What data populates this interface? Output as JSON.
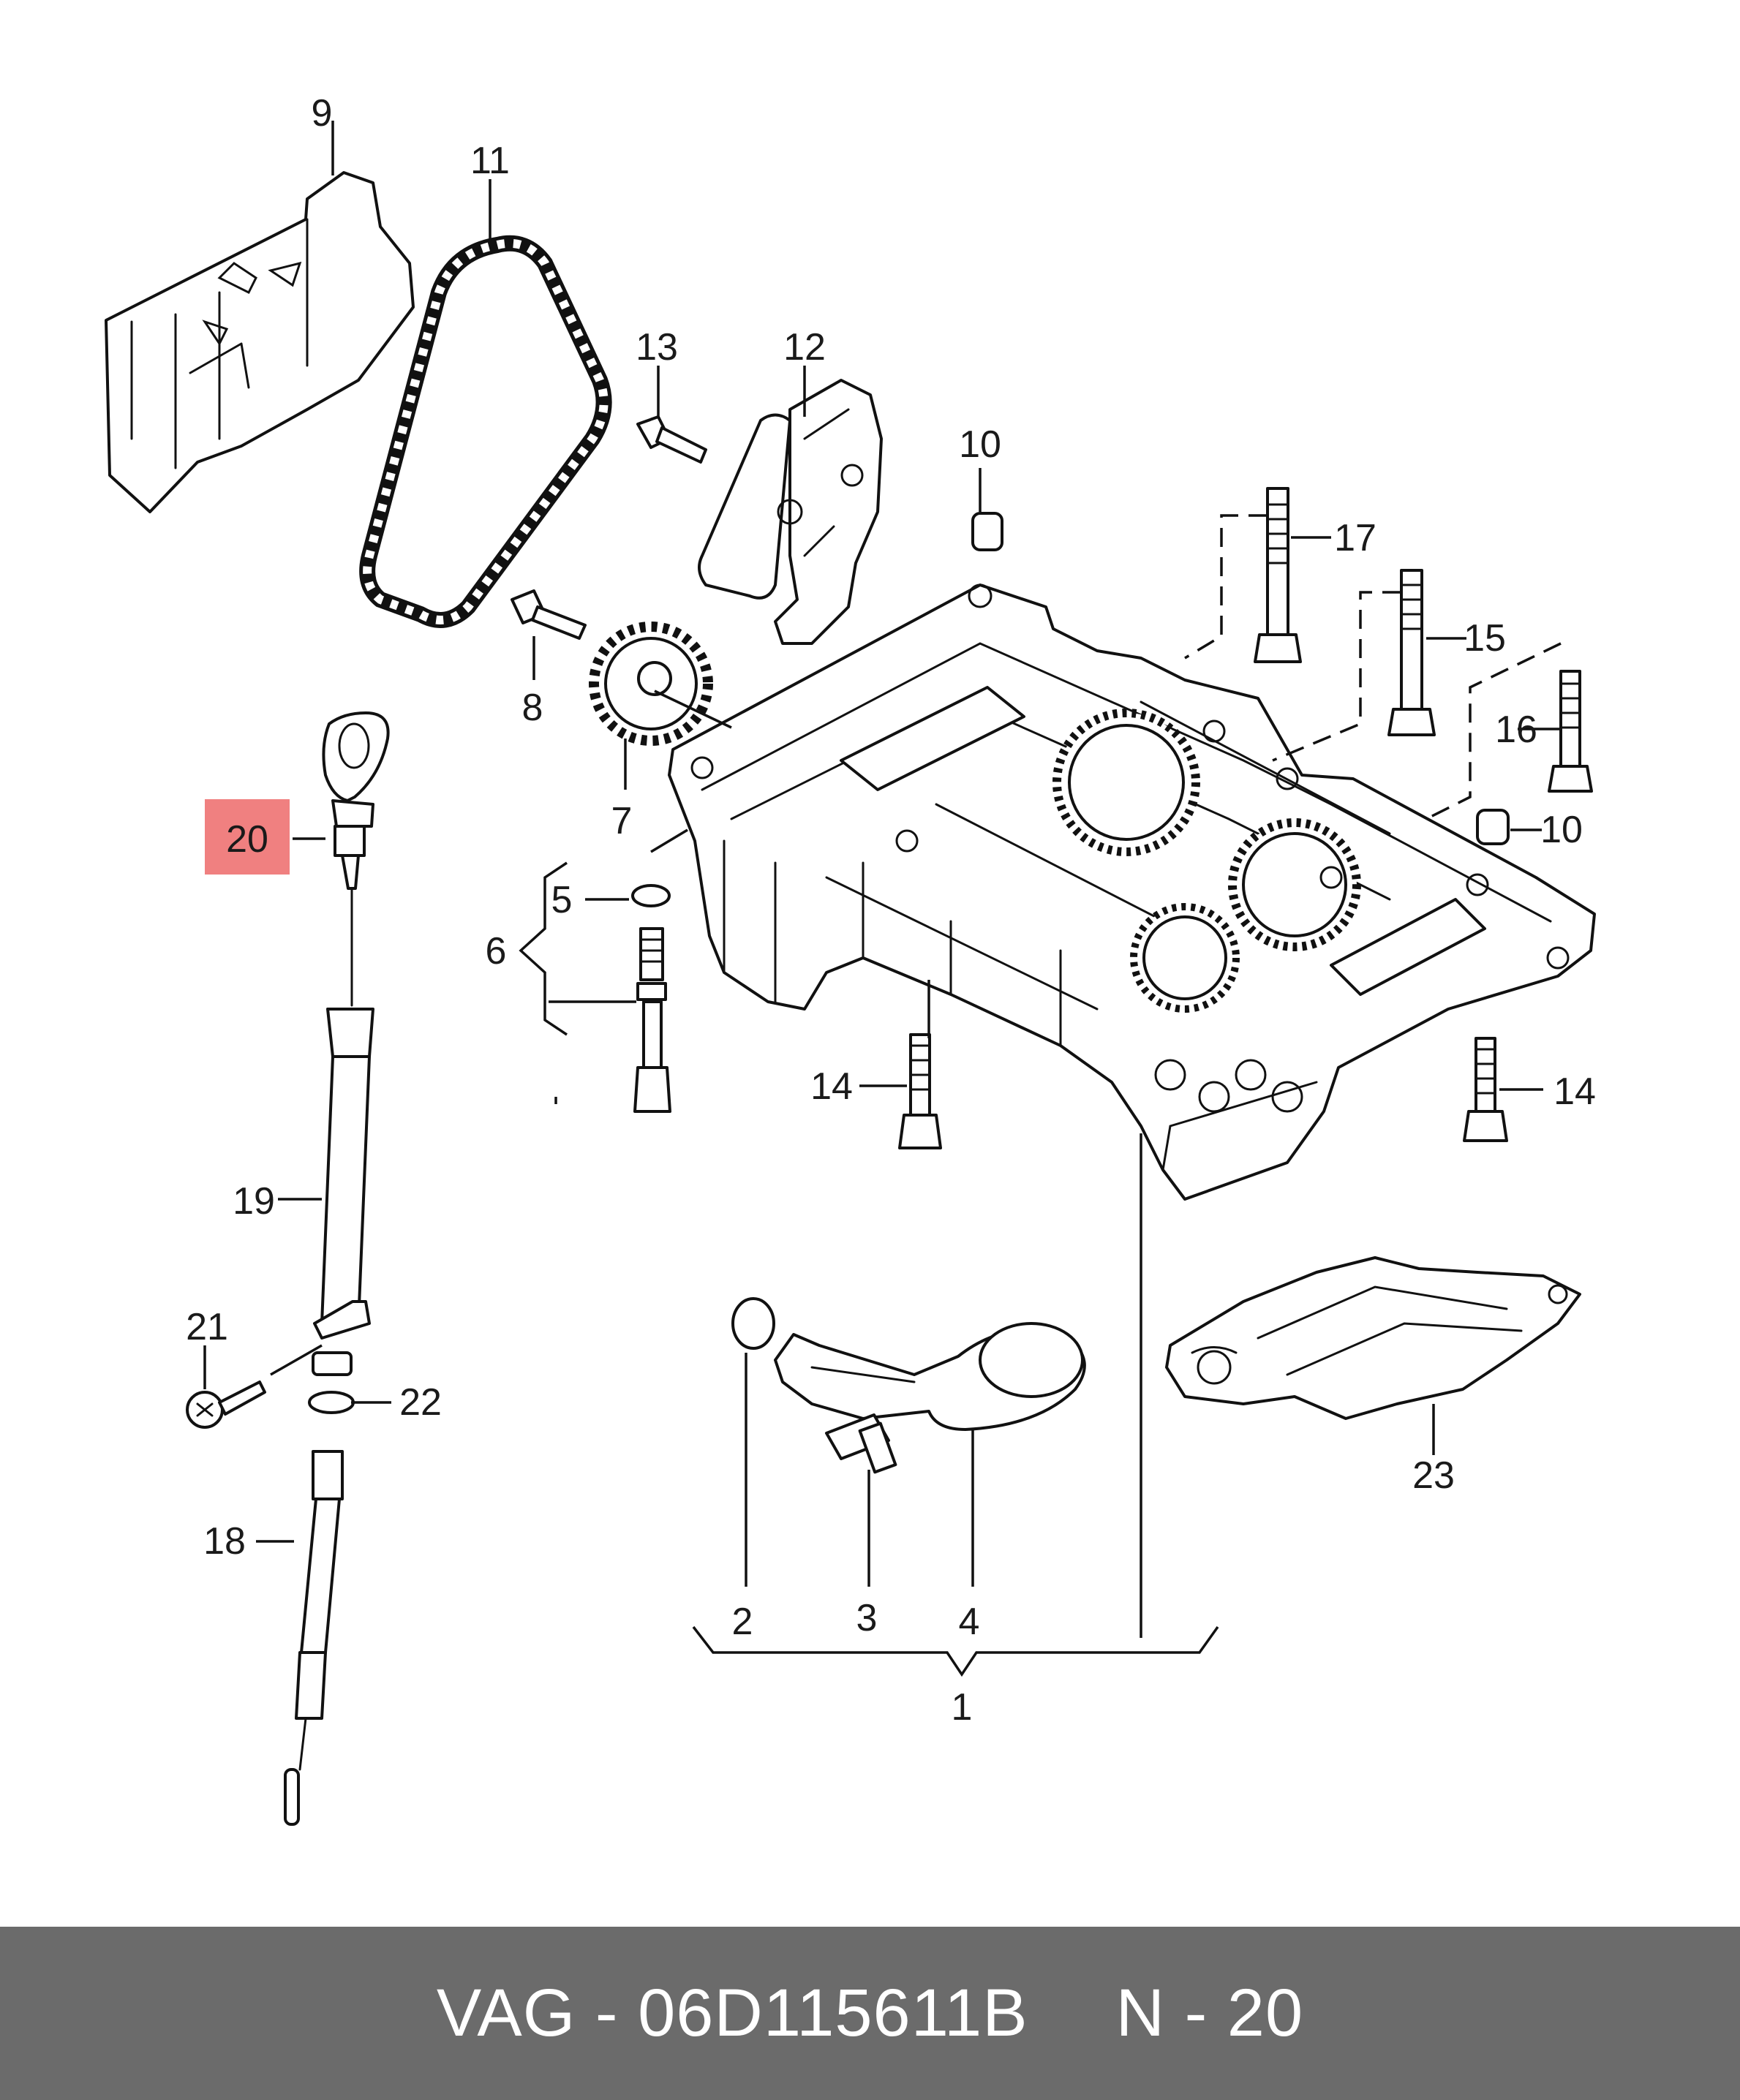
{
  "callouts": {
    "p1": "1",
    "p2": "2",
    "p3": "3",
    "p4": "4",
    "p5": "5",
    "p6": "6",
    "p7": "7",
    "p8": "8",
    "p9": "9",
    "p10a": "10",
    "p10b": "10",
    "p11": "11",
    "p12": "12",
    "p13": "13",
    "p14a": "14",
    "p14b": "14",
    "p15": "15",
    "p16": "16",
    "p17": "17",
    "p18": "18",
    "p19": "19",
    "p20": "20",
    "p21": "21",
    "p22": "22",
    "p23": "23"
  },
  "highlight": {
    "part": "20",
    "color": "#f08080"
  },
  "footer": {
    "brand_part": "VAG - 06D115611B",
    "position": "N - 20"
  }
}
